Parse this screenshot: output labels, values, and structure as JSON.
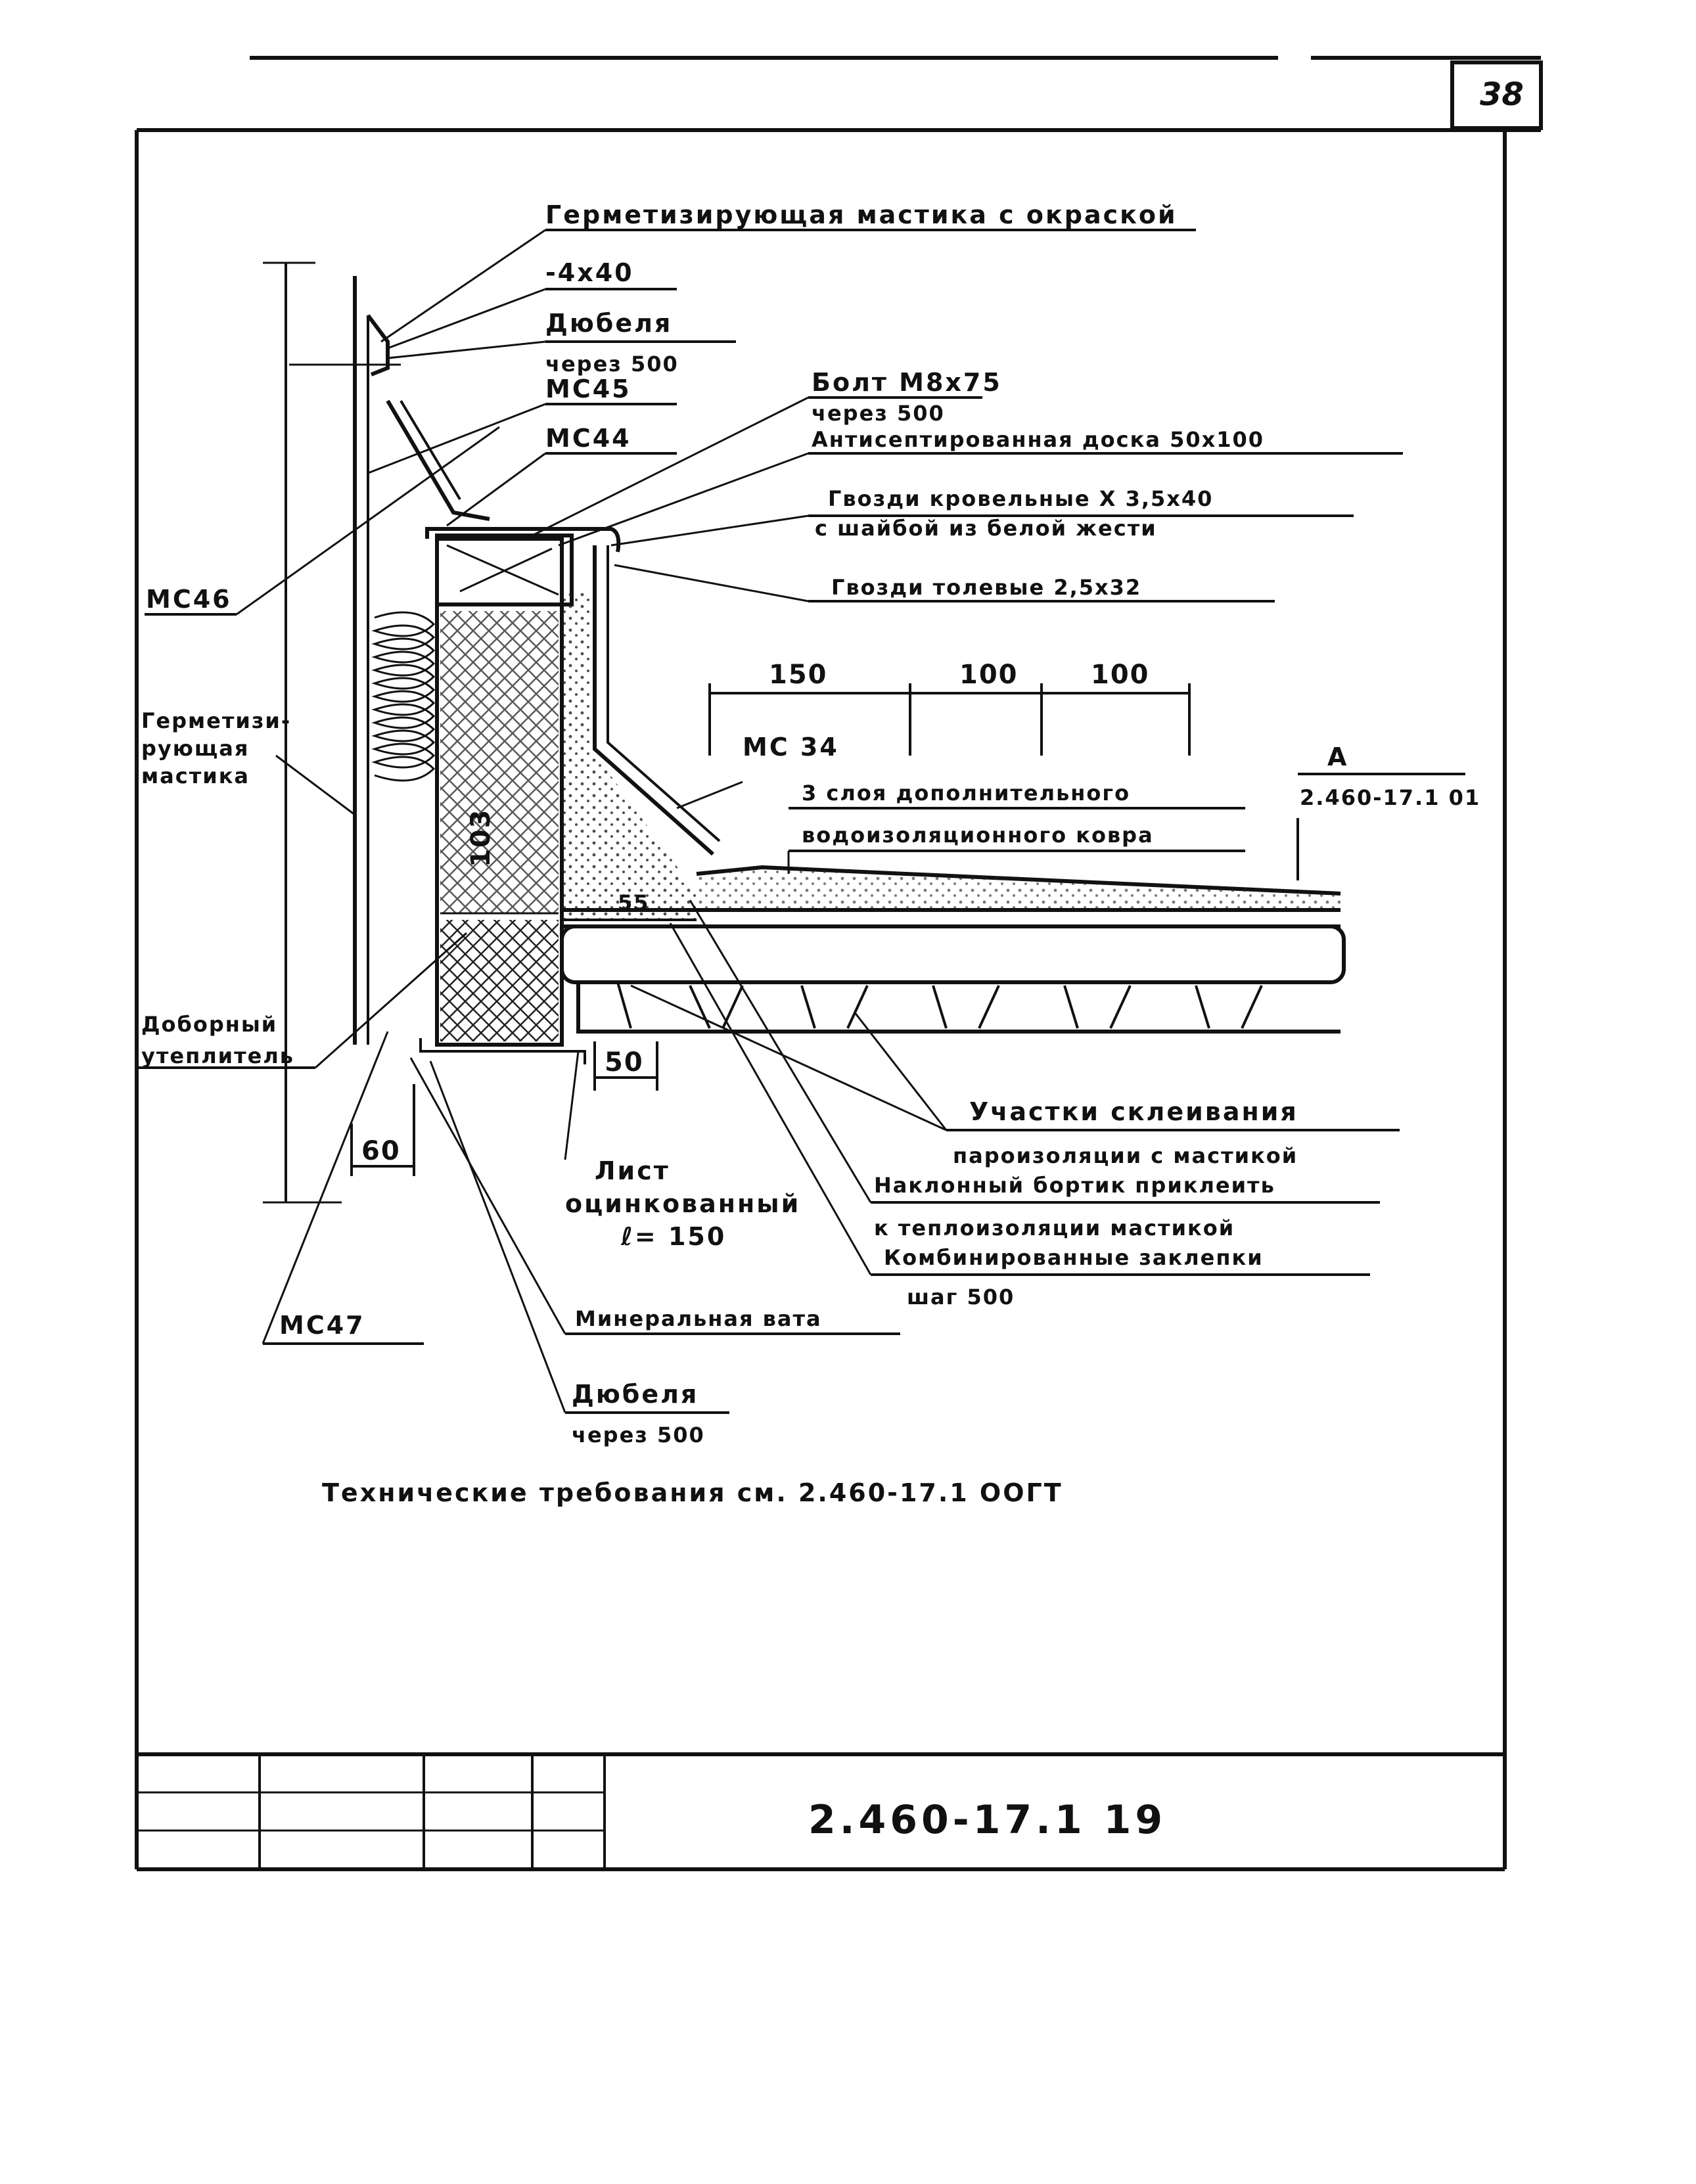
{
  "sheet": {
    "page_number": "38",
    "stamp_code": "2.460-17.1 19",
    "notes": "Технические требования см. 2.460-17.1 ООГТ"
  },
  "callouts": {
    "sealing_mastic_paint": "Герметизирующая мастика с окраской",
    "strip": "-4х40",
    "dowels_top_1": "Дюбеля",
    "dowels_top_2": "через 500",
    "mc45": "МС45",
    "mc44": "МС44",
    "mc46": "МС46",
    "bolt_1": "Болт М8х75",
    "bolt_2": "через 500",
    "board": "Антисептированная доска 50х100",
    "roof_nails_1": "Гвозди кровельные Х 3,5х40",
    "roof_nails_2": "с шайбой из белой жести",
    "felt_nails": "Гвозди толевые 2,5х32",
    "sealing_mastic_1": "Герметизи-",
    "sealing_mastic_2": "рующая",
    "sealing_mastic_3": "мастика",
    "mc34": "МС 34",
    "layers_1": "3 слоя дополнительного",
    "layers_2": "водоизоляционного ковра",
    "ref_a": "А",
    "ref_a_code": "2.460-17.1 01",
    "extra_insul_1": "Доборный",
    "extra_insul_2": "утеплитель",
    "glue_areas_1": "Участки склеивания",
    "glue_areas_2": "пароизоляции с мастикой",
    "sloped_1": "Наклонный бортик приклеить",
    "sloped_2": "к теплоизоляции мастикой",
    "rivets_1": "Комбинированные заклепки",
    "rivets_2": "шаг 500",
    "sheet_1": "Лист",
    "sheet_2": "оцинкованный",
    "sheet_3": "ℓ= 150",
    "mc47": "МС47",
    "mineral_wool": "Минеральная вата",
    "dowels_bot_1": "Дюбеля",
    "dowels_bot_2": "через 500"
  },
  "dimensions": {
    "d150": "150",
    "d100a": "100",
    "d100b": "100",
    "d50": "50",
    "d60": "60",
    "d103": "103",
    "d55": "55"
  }
}
